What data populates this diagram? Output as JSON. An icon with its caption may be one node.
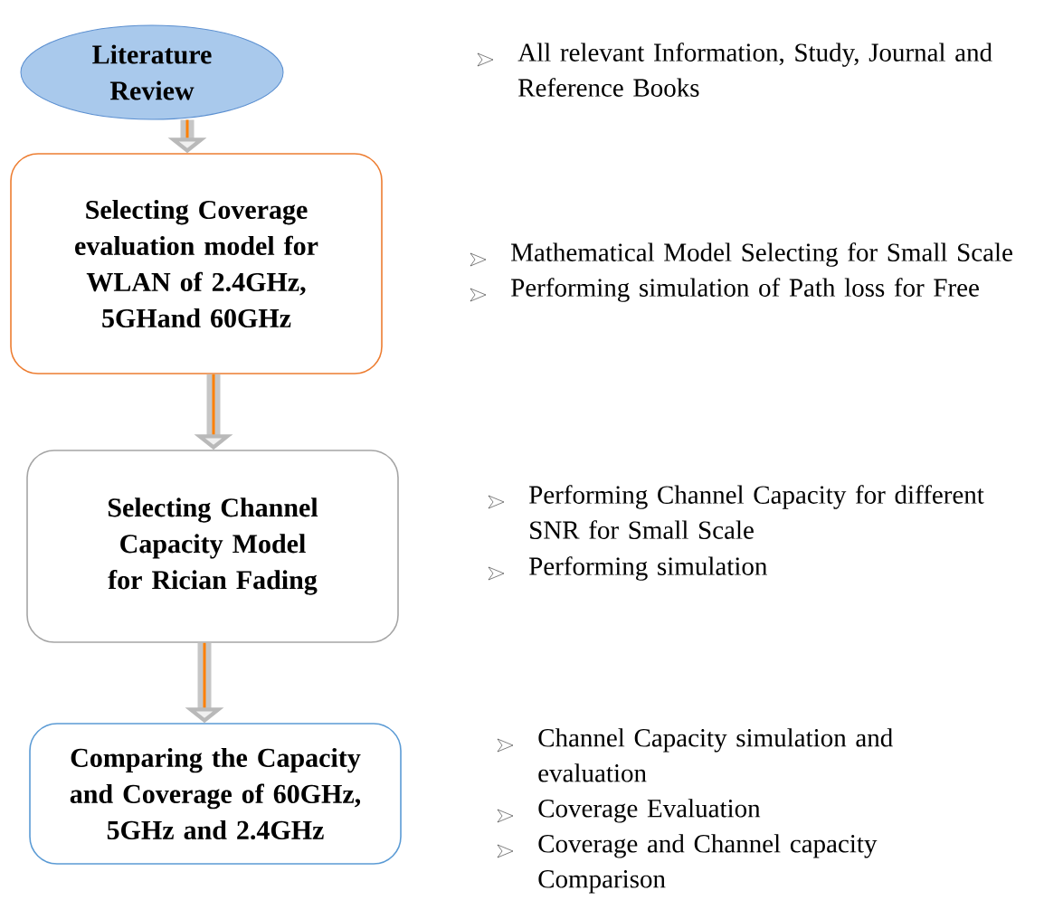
{
  "diagram": {
    "nodes": [
      {
        "text": [
          "Literature Review"
        ]
      },
      {
        "text": [
          "Selecting Coverage evaluation model for WLAN of 2.4GHz, 5GHand 60GHz"
        ]
      },
      {
        "text": [
          "Selecting Channel Capacity Model for Rician Fading"
        ]
      },
      {
        "text": [
          "Comparing the Capacity and Coverage of 60GHz, 5GHz and 2.4GHz"
        ]
      }
    ],
    "edges": [
      {
        "from": 0,
        "to": 1,
        "arrow": "to"
      },
      {
        "from": 1,
        "to": 2,
        "arrow": "to"
      },
      {
        "from": 2,
        "to": 3,
        "arrow": "to"
      }
    ],
    "labels": [
      "All relevant Information, Study, Journal and Reference Books",
      "Mathematical Model Selecting for Small Scale",
      "Performing simulation of Path loss for Free",
      "Performing Channel Capacity for different SNR for Small Scale",
      "Performing simulation",
      "Channel Capacity simulation and evaluation",
      "Coverage Evaluation",
      "Coverage and Channel capacity Comparison"
    ]
  }
}
